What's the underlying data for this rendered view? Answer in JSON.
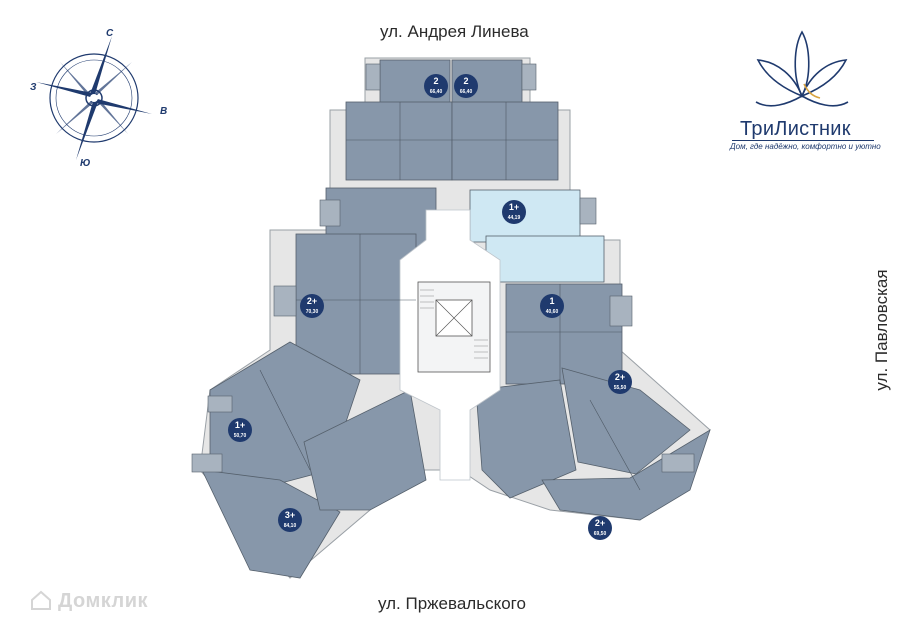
{
  "streets": {
    "top": "ул. Андрея Линева",
    "bottom": "ул. Пржевальского",
    "right": "ул. Павловская"
  },
  "compass": {
    "north": "С",
    "east": "В",
    "south": "Ю",
    "west": "З"
  },
  "logo": {
    "name": "ТриЛистник",
    "tagline": "Дом, где надёжно, комфортно и уютно",
    "color": "#1f3a6e"
  },
  "colors": {
    "apartment": "#8797aa",
    "apartment_dark": "#7a8b9f",
    "balcony": "#a8b3bf",
    "highlight": "#cfe8f3",
    "core": "#ffffff",
    "badge": "#1f3a6e"
  },
  "apartments": [
    {
      "rooms": "2",
      "area": "66,40"
    },
    {
      "rooms": "2",
      "area": "66,40"
    },
    {
      "rooms": "1+",
      "area": "44,19"
    },
    {
      "rooms": "2+",
      "area": "70,30"
    },
    {
      "rooms": "1",
      "area": "40,60"
    },
    {
      "rooms": "1+",
      "area": "50,70"
    },
    {
      "rooms": "2+",
      "area": "55,50"
    },
    {
      "rooms": "3+",
      "area": "84,10"
    },
    {
      "rooms": "2+",
      "area": "69,50"
    }
  ],
  "watermark": "Домклик"
}
